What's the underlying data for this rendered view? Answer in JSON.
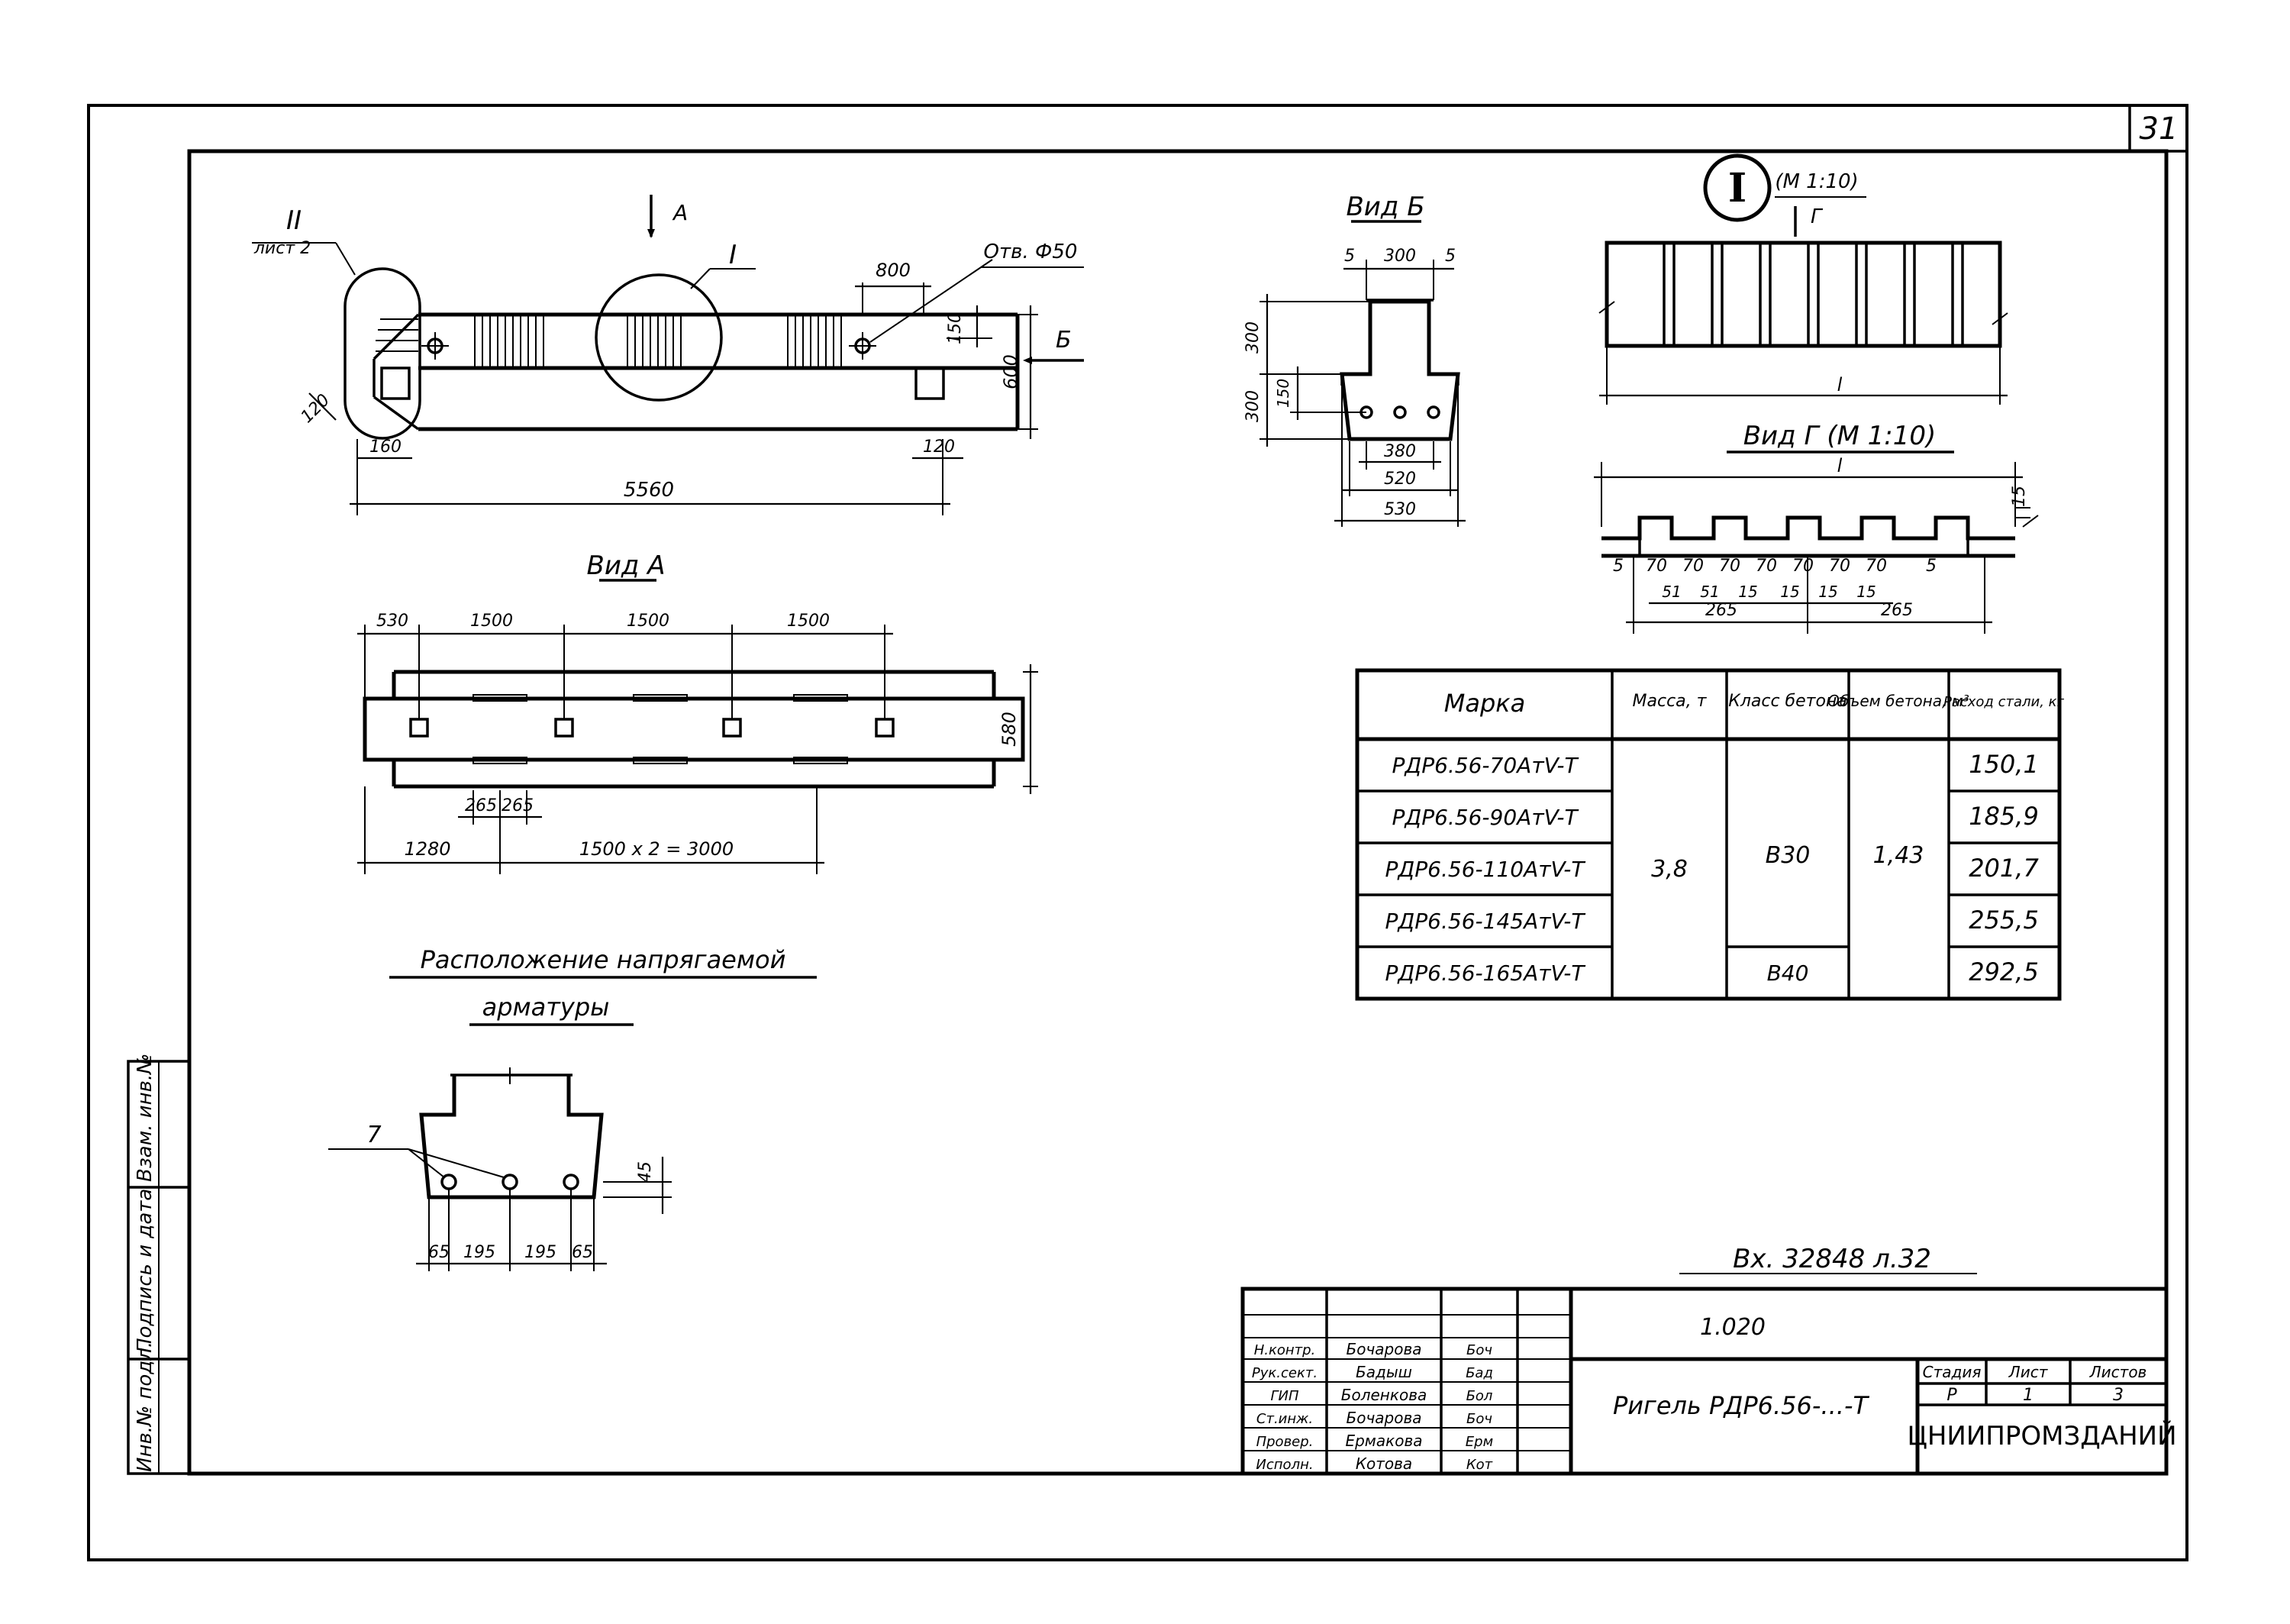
{
  "sheet": {
    "sheet_number": "31",
    "reference": "Вх. 32848 л.32",
    "doc_code": "1.020",
    "title": "Ригель РДР6.56-...-Т",
    "organization": "ЦНИИПРОМЗДАНИЙ",
    "stage_header": "Стадия",
    "sheet_header": "Лист",
    "sheets_header": "Листов",
    "stage": "Р",
    "sheet": "1",
    "sheets": "3"
  },
  "side_stamp": [
    "Инв.№ подл.",
    "Подпись и дата",
    "Взам. инв.№"
  ],
  "signatures": [
    {
      "role": "Н.контр.",
      "name": "Бочарова",
      "sign": "Боч"
    },
    {
      "role": "Рук.сект.",
      "name": "Бадыш",
      "sign": "Бад"
    },
    {
      "role": "ГИП",
      "name": "Боленкова",
      "sign": "Бол"
    },
    {
      "role": "Ст.инж.",
      "name": "Бочарова",
      "sign": "Боч"
    },
    {
      "role": "Провер.",
      "name": "Ермакова",
      "sign": "Ерм"
    },
    {
      "role": "Исполн.",
      "name": "Котова",
      "sign": "Кот"
    }
  ],
  "elevation": {
    "node_ii": "II",
    "node_ii_ref": "лист 2",
    "node_i": "I",
    "view_a_marker": "А",
    "view_b_marker": "Б",
    "hole_label": "Отв. Ф50",
    "dims": {
      "top": "800",
      "right_top": "150",
      "height": "600",
      "left_chamfer": "120",
      "left_bottom": "160",
      "right_bottom": "120",
      "length": "5560"
    }
  },
  "view_a": {
    "title": "Вид А",
    "dims_top": [
      "530",
      "1500",
      "1500",
      "1500"
    ],
    "height": "580",
    "small": [
      "265",
      "265"
    ],
    "bottom_left": "1280",
    "bottom_right": "1500 х 2 = 3000"
  },
  "view_b": {
    "title": "Вид Б",
    "dims": {
      "top_left": "5",
      "top_mid": "300",
      "top_right": "5",
      "h1": "300",
      "h2": "300",
      "h3": "150",
      "w1": "380",
      "w2": "520",
      "w3": "530"
    }
  },
  "node_i": {
    "label": "I",
    "scale": "(М 1:10)",
    "view_g_marker": "Г",
    "dim": "l"
  },
  "view_g": {
    "title": "Вид Г (М 1:10)",
    "length": "l",
    "right": "15",
    "teeth": [
      "5",
      "70",
      "70",
      "70",
      "70",
      "70",
      "70",
      "70",
      "5"
    ],
    "small": [
      "51",
      "51",
      "15",
      "15",
      "15",
      "15"
    ],
    "halves": [
      "265",
      "265"
    ]
  },
  "prestress": {
    "title_line1": "Расположение напрягаемой",
    "title_line2": "арматуры",
    "pos": "7",
    "right": "45",
    "dims": [
      "65",
      "195",
      "195",
      "65"
    ]
  },
  "spec_table": {
    "headers": [
      "Марка",
      "Масса, т",
      "Класс бетона",
      "Объем бетона, м³",
      "Расход стали, кг"
    ],
    "rows": [
      {
        "mark": "РДР6.56-70АтV-Т",
        "steel": "150,1"
      },
      {
        "mark": "РДР6.56-90АтV-Т",
        "steel": "185,9"
      },
      {
        "mark": "РДР6.56-110АтV-Т",
        "steel": "201,7"
      },
      {
        "mark": "РДР6.56-145АтV-Т",
        "steel": "255,5"
      },
      {
        "mark": "РДР6.56-165АтV-Т",
        "steel": "292,5"
      }
    ],
    "mass": "3,8",
    "concrete_class_1": "В30",
    "concrete_class_2": "В40",
    "volume": "1,43"
  }
}
